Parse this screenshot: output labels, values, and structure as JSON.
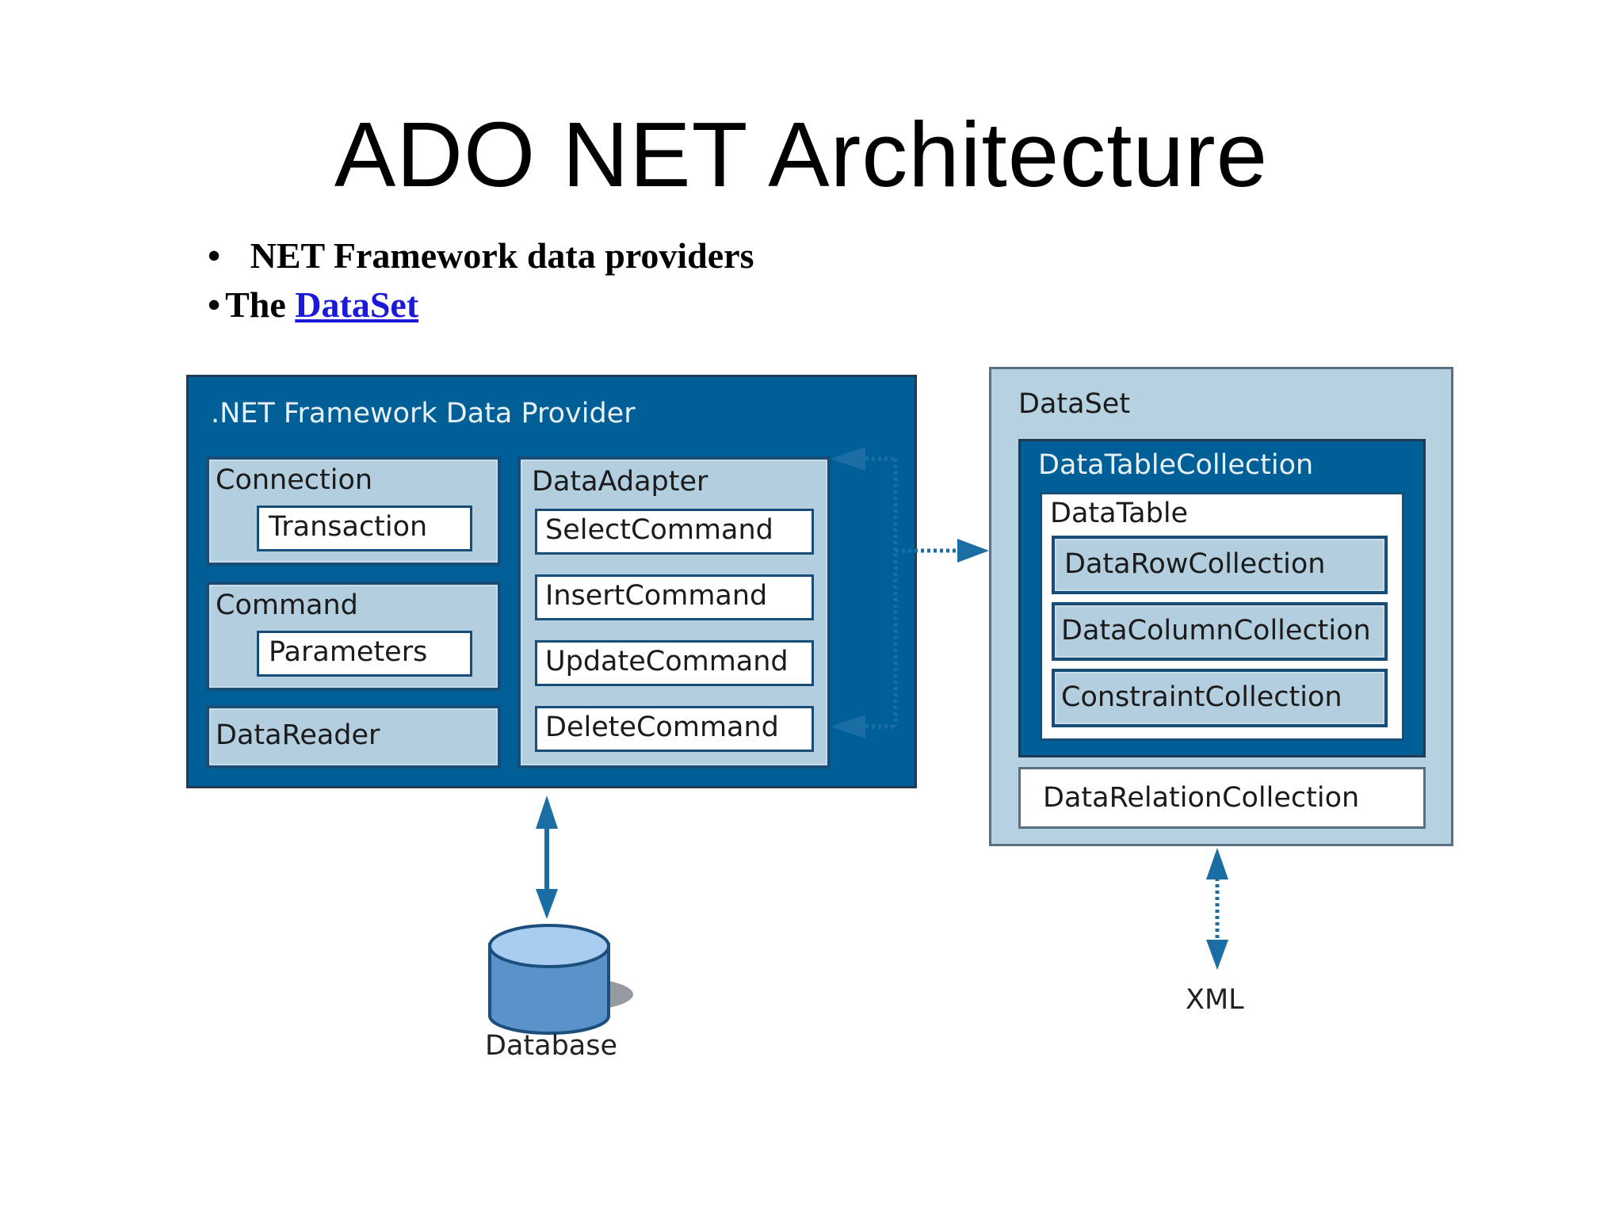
{
  "slide": {
    "title": "ADO NET Architecture",
    "bullets": [
      {
        "marker": "•",
        "text": "NET Framework data providers",
        "link": ""
      },
      {
        "marker": "•",
        "text": "The ",
        "link": "DataSet"
      }
    ]
  },
  "provider": {
    "title": ".NET Framework Data Provider",
    "connection": "Connection",
    "transaction": "Transaction",
    "command": "Command",
    "parameters": "Parameters",
    "datareader": "DataReader",
    "dataadapter": "DataAdapter",
    "select": "SelectCommand",
    "insert": "InsertCommand",
    "update": "UpdateCommand",
    "delete": "DeleteCommand"
  },
  "dataset": {
    "title": "DataSet",
    "datatablecollection": "DataTableCollection",
    "datatable": "DataTable",
    "datarowcollection": "DataRowCollection",
    "datacolumncollection": "DataColumnCollection",
    "constraintcollection": "ConstraintCollection",
    "datarelationcollection": "DataRelationCollection"
  },
  "database_label": "Database",
  "xml_label": "XML",
  "colors": {
    "dark_blue": "#005f97",
    "light_blue": "#b3cfdf",
    "arrow": "#1a6ea3",
    "link": "#1a1ad8"
  }
}
